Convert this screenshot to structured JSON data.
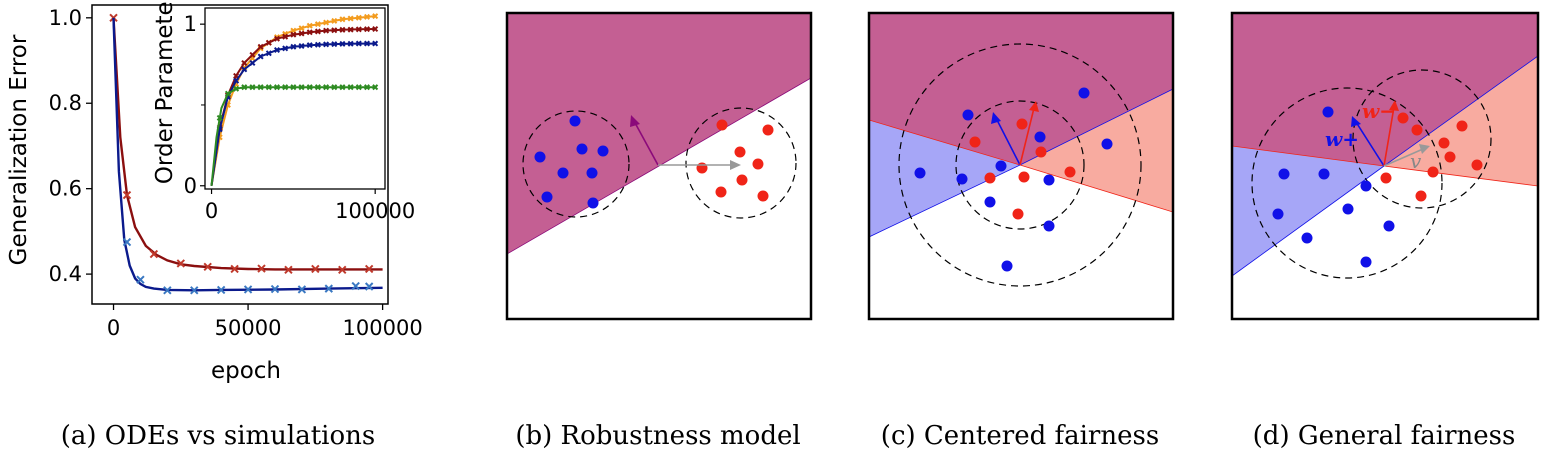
{
  "chart_data": {
    "type": "line",
    "xlabel": "epoch",
    "ylabel": "Generalization Error",
    "xlim": [
      -8000,
      102000
    ],
    "ylim": [
      0.33,
      1.03
    ],
    "xticks": [
      "0",
      "50000",
      "100000"
    ],
    "yticks": [
      "0.4",
      "0.6",
      "0.8",
      "1.0"
    ],
    "grid": false,
    "series": [
      {
        "color": "#8b0f0f",
        "ode": {
          "x": [
            0,
            2500,
            5000,
            8000,
            12000,
            16000,
            20000,
            25000,
            30000,
            40000,
            50000,
            60000,
            70000,
            80000,
            90000,
            100000
          ],
          "values": [
            1.0,
            0.72,
            0.585,
            0.51,
            0.466,
            0.445,
            0.432,
            0.423,
            0.419,
            0.414,
            0.412,
            0.411,
            0.411,
            0.411,
            0.411,
            0.411
          ]
        },
        "simulation": {
          "x": [
            0,
            5000,
            15000,
            25000,
            35000,
            45000,
            55000,
            65000,
            75000,
            85000,
            95000
          ],
          "values": [
            1.0,
            0.585,
            0.447,
            0.425,
            0.417,
            0.412,
            0.413,
            0.41,
            0.412,
            0.41,
            0.412
          ]
        }
      },
      {
        "color": "#0b1a8c",
        "ode": {
          "x": [
            0,
            2000,
            4000,
            6000,
            8000,
            10000,
            12000,
            15000,
            20000,
            30000,
            40000,
            60000,
            80000,
            100000
          ],
          "values": [
            1.0,
            0.64,
            0.48,
            0.42,
            0.39,
            0.377,
            0.37,
            0.366,
            0.363,
            0.362,
            0.363,
            0.364,
            0.366,
            0.368
          ]
        },
        "simulation": {
          "x": [
            5000,
            10000,
            20000,
            30000,
            40000,
            50000,
            60000,
            70000,
            80000,
            90000,
            95000
          ],
          "values": [
            0.475,
            0.387,
            0.362,
            0.362,
            0.363,
            0.364,
            0.365,
            0.364,
            0.366,
            0.372,
            0.371
          ]
        }
      }
    ],
    "inset": {
      "ylabel": "Order Parameter",
      "xlim": [
        -4000,
        106000
      ],
      "ylim": [
        -0.02,
        1.1
      ],
      "xticks": [
        "0",
        "100000"
      ],
      "yticks": [
        "0",
        "1"
      ],
      "series": [
        {
          "color": "#f39c1f",
          "x": [
            0,
            5000,
            10000,
            15000,
            20000,
            30000,
            40000,
            50000,
            60000,
            70000,
            80000,
            90000,
            100000
          ],
          "values": [
            0,
            0.3,
            0.5,
            0.63,
            0.73,
            0.85,
            0.92,
            0.96,
            0.99,
            1.01,
            1.03,
            1.04,
            1.05
          ]
        },
        {
          "color": "#8b0f0f",
          "x": [
            0,
            5000,
            10000,
            15000,
            20000,
            30000,
            40000,
            50000,
            60000,
            70000,
            80000,
            90000,
            100000
          ],
          "values": [
            0,
            0.36,
            0.56,
            0.68,
            0.76,
            0.86,
            0.91,
            0.935,
            0.95,
            0.96,
            0.965,
            0.968,
            0.97
          ]
        },
        {
          "color": "#0b1a8c",
          "x": [
            0,
            5000,
            10000,
            15000,
            20000,
            30000,
            40000,
            50000,
            60000,
            70000,
            80000,
            90000,
            100000
          ],
          "values": [
            0,
            0.35,
            0.55,
            0.65,
            0.72,
            0.8,
            0.84,
            0.86,
            0.87,
            0.875,
            0.878,
            0.88,
            0.88
          ]
        },
        {
          "color": "#2e8b22",
          "x": [
            0,
            3000,
            6000,
            10000,
            15000,
            20000,
            30000,
            40000,
            60000,
            80000,
            100000
          ],
          "values": [
            0,
            0.3,
            0.48,
            0.57,
            0.6,
            0.61,
            0.61,
            0.61,
            0.61,
            0.61,
            0.61
          ]
        }
      ]
    }
  },
  "diagram": {
    "colors": {
      "pos_region": "#c45f93",
      "neg_region_blue": "#a1a1f7",
      "neg_region_red": "#f8a69b",
      "blue_point": "#1010e8",
      "red_point": "#f02418",
      "weight_arrow": "#8b0a7a",
      "gray_arrow": "#999999",
      "border": "#000000"
    },
    "panels": [
      "b",
      "c",
      "d"
    ],
    "labels": {
      "w_plus": "w+",
      "w_minus": "w−",
      "v": "v"
    }
  },
  "captions": {
    "a": "(a) ODEs vs simulations",
    "b": "(b) Robustness model",
    "c": "(c) Centered fairness",
    "d": "(d) General fairness"
  }
}
